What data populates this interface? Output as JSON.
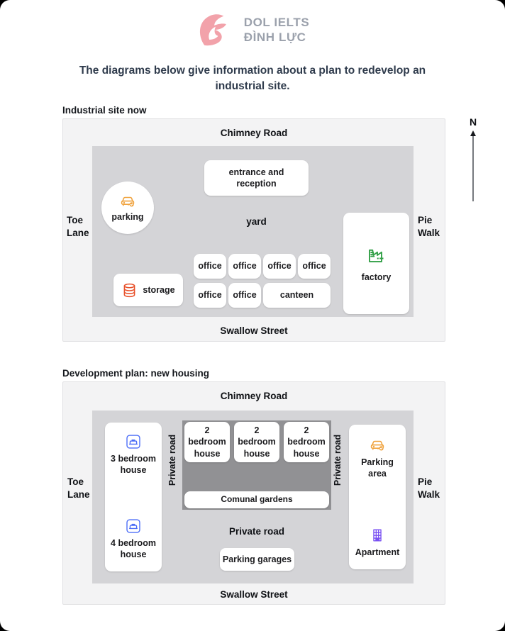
{
  "logo": {
    "line1": "DOL IELTS",
    "line2": "ĐÌNH LỰC"
  },
  "title": "The diagrams below give information about a plan to redevelop an industrial site.",
  "compass_label": "N",
  "site_now": {
    "heading": "Industrial site now",
    "roads": {
      "top": "Chimney Road",
      "bottom": "Swallow Street",
      "left": [
        "Toe",
        "Lane"
      ],
      "right": [
        "Pie",
        "Walk"
      ]
    },
    "parking": "parking",
    "entrance": "entrance and reception",
    "yard": "yard",
    "offices_row1": [
      "office",
      "office",
      "office",
      "office"
    ],
    "offices_row2": [
      "office",
      "office"
    ],
    "canteen": "canteen",
    "storage": "storage",
    "factory": "factory"
  },
  "plan": {
    "heading": "Development plan: new housing",
    "roads": {
      "top": "Chimney Road",
      "bottom": "Swallow Street",
      "left": [
        "Toe",
        "Lane"
      ],
      "right": [
        "Pie",
        "Walk"
      ]
    },
    "private_road_left": "Private road",
    "private_road_right": "Private road",
    "private_road_bottom": "Private road",
    "house_3bed": "3 bedroom house",
    "house_4bed": "4 bedroom house",
    "houses_2bed": [
      "2 bedroom house",
      "2 bedroom house",
      "2 bedroom house"
    ],
    "communal_gardens": "Comunal gardens",
    "parking_area": "Parking area",
    "apartment": "Apartment",
    "parking_garages": "Parking garages"
  },
  "colors": {
    "parking_icon": "#f0a33f",
    "storage_icon": "#e8502a",
    "factory_icon": "#2f9e44",
    "bed_icon": "#4a6cf7",
    "apartment_icon": "#7950f2",
    "logo_mark": "#f2a2aa",
    "logo_text": "#9ba1ac"
  }
}
